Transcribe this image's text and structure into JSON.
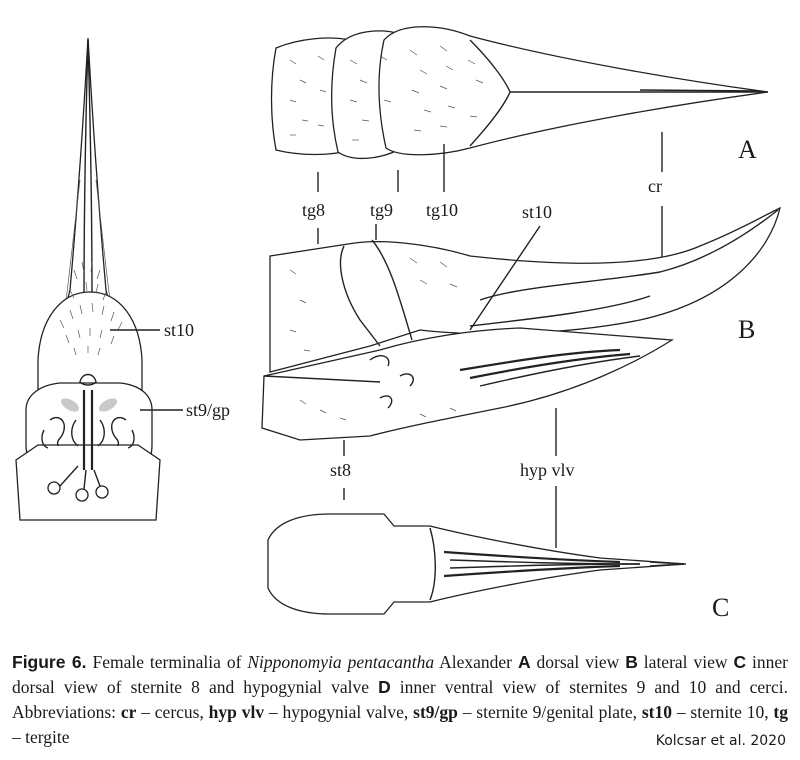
{
  "figure": {
    "panels": {
      "A": "A",
      "B": "B",
      "C": "C"
    },
    "labels": {
      "tg8": "tg8",
      "tg9": "tg9",
      "tg10": "tg10",
      "st10_B": "st10",
      "cr": "cr",
      "st8": "st8",
      "hyp_vlv": "hyp vlv",
      "st10_D": "st10",
      "st9_gp": "st9/gp"
    }
  },
  "caption": {
    "lead": "Figure 6.",
    "t1": " Female terminalia of ",
    "species": "Nipponomyia pentacantha",
    "t2": " Alexander ",
    "pA": "A",
    "tA": " dorsal view ",
    "pB": "B",
    "tB": " lateral view ",
    "pC": "C",
    "tC": " inner dorsal view of sternite 8 and hypogynial valve ",
    "pD": "D",
    "tD": " inner ventral view of sternites 9 and 10 and cerci. Abbreviations: ",
    "a1": "cr",
    "d1": " – cercus, ",
    "a2": "hyp vlv",
    "d2": " – hypogynial valve, ",
    "a3": "st9/gp",
    "d3": " – sternite 9/genital plate, ",
    "a4": "st10",
    "d4": " – sternite 10, ",
    "a5": "tg",
    "d5": " – tergite"
  },
  "credit": "Kolcsar et al. 2020"
}
